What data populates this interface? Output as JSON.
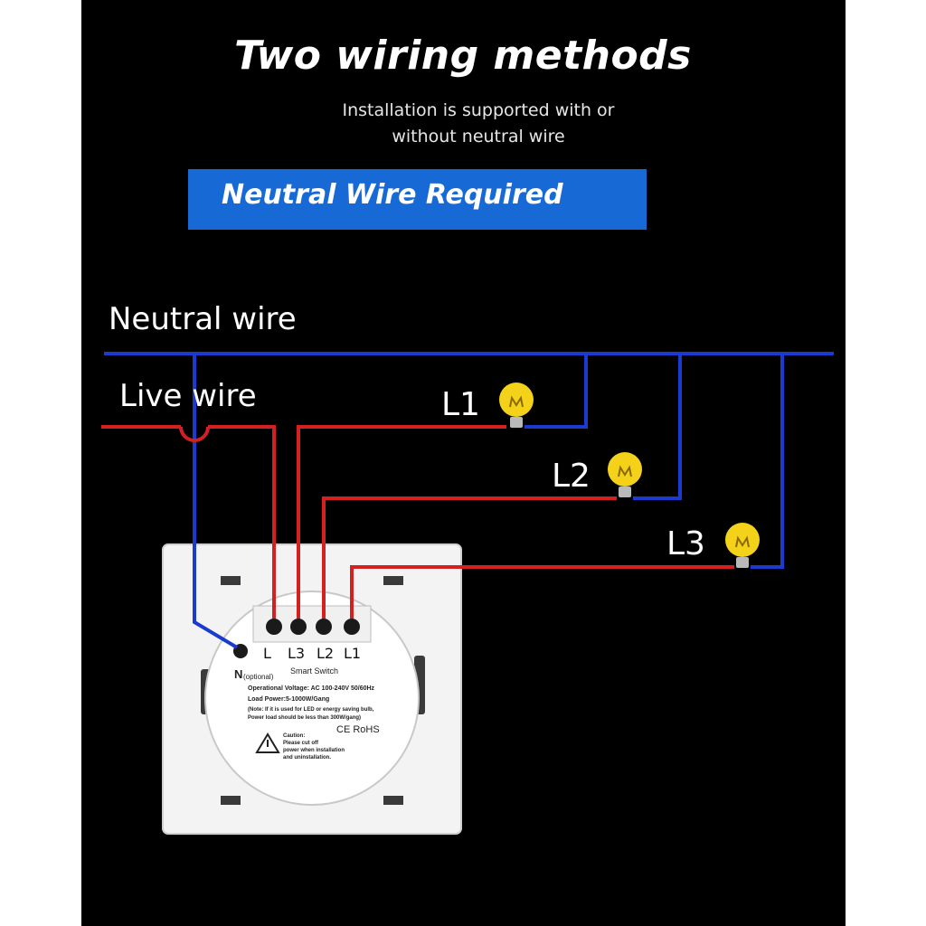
{
  "header": {
    "title": "Two wiring methods",
    "subtitle_line1": "Installation is supported with or",
    "subtitle_line2": "without neutral wire",
    "banner": "Neutral Wire Required"
  },
  "diagram": {
    "neutral_label": "Neutral wire",
    "live_label": "Live wire",
    "loads": [
      "L1",
      "L2",
      "L3"
    ],
    "terminals": [
      "L",
      "L3",
      "L2",
      "L1"
    ],
    "neutral_terminal": "N",
    "neutral_terminal_note": "(optional)"
  },
  "device": {
    "name": "Smart Switch",
    "voltage": "Operational Voltage: AC 100-240V 50/60Hz",
    "load_power": "Load Power:5-1000W/Gang",
    "note_line1": "(Note: If it is used for LED or energy saving bulb,",
    "note_line2": "Power load should be less than 300W/gang)",
    "certifications": "CE RoHS",
    "caution_title": "Caution:",
    "caution_line1": "Please cut off",
    "caution_line2": "power when installation",
    "caution_line3": "and uninstallation."
  },
  "colors": {
    "background": "#000000",
    "banner": "#1769d6",
    "neutral_wire": "#1a3ad0",
    "live_wire": "#d42020",
    "bulb": "#f5d21a"
  }
}
